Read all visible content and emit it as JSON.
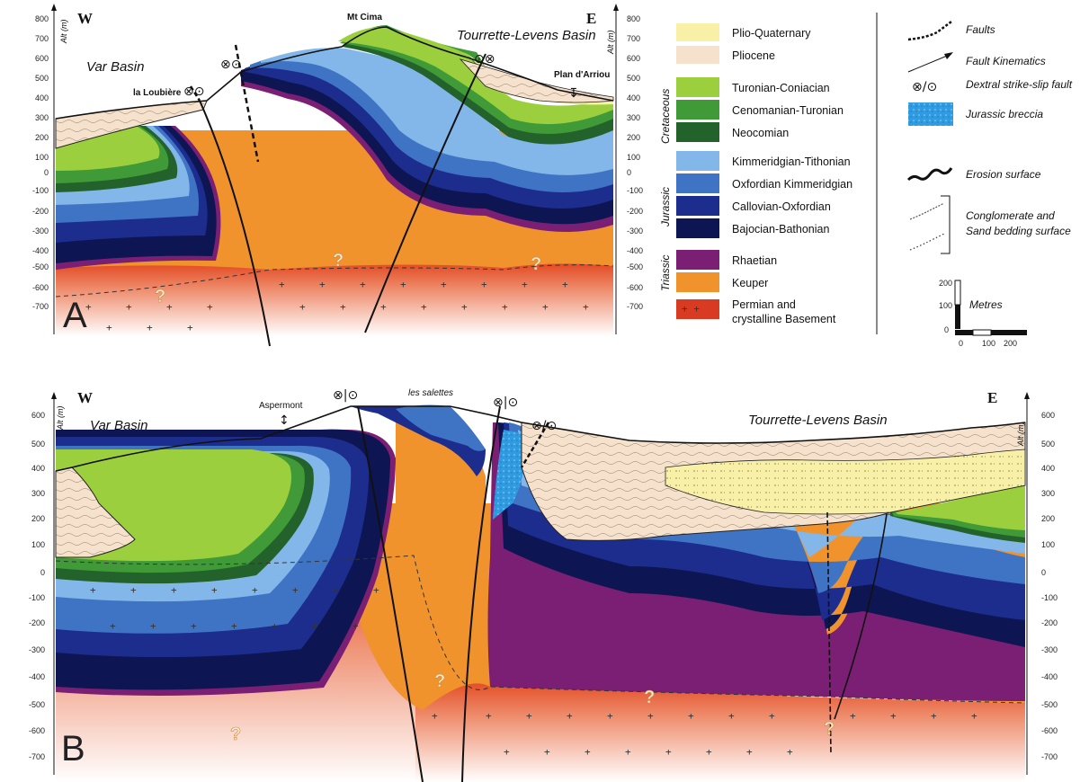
{
  "section_a": {
    "label": "A",
    "west": "W",
    "east": "E",
    "var_basin": "Var Basin",
    "tourrette_basin": "Tourrette-Levens Basin",
    "places": {
      "peak": "Mt Cima",
      "loubiere": "la Loubière",
      "arriou": "Plan d'Arriou"
    },
    "alt_label": "Alt (m)",
    "alt_ticks": [
      "800",
      "700",
      "600",
      "500",
      "400",
      "300",
      "200",
      "100",
      "0",
      "-100",
      "-200",
      "-300",
      "-400",
      "-500",
      "-600",
      "-700"
    ],
    "unknown": "?"
  },
  "section_b": {
    "label": "B",
    "west": "W",
    "east": "E",
    "var_basin": "Var Basin",
    "tourrette_basin": "Tourrette-Levens Basin",
    "places": {
      "aspermont": "Aspermont",
      "salettes": "les salettes"
    },
    "alt_label": "Alt (m)",
    "alt_ticks": [
      "600",
      "500",
      "400",
      "300",
      "200",
      "100",
      "0",
      "-100",
      "-200",
      "-300",
      "-400",
      "-500",
      "-600",
      "-700"
    ],
    "unknown": "?"
  },
  "legend": {
    "groups": {
      "cretaceous": "Cretaceous",
      "jurassic": "Jurassic",
      "triassic": "Triassic"
    },
    "units": [
      {
        "label": "Plio-Quaternary",
        "color": "#f7f0a6"
      },
      {
        "label": "Pliocene",
        "color": "#f6e2cc"
      },
      {
        "label": "Turonian-Coniacian",
        "color": "#9ccf3d"
      },
      {
        "label": "Cenomanian-Turonian",
        "color": "#3f9a37"
      },
      {
        "label": "Neocomian",
        "color": "#23622b"
      },
      {
        "label": "Kimmeridgian-Tithonian",
        "color": "#83b7ea"
      },
      {
        "label": "Oxfordian Kimmeridgian",
        "color": "#3f74c5"
      },
      {
        "label": "Callovian-Oxfordian",
        "color": "#1c2d8e"
      },
      {
        "label": "Bajocian-Bathonian",
        "color": "#0d1652"
      },
      {
        "label": "Rhaetian",
        "color": "#7a1f74"
      },
      {
        "label": "Keuper",
        "color": "#f0932c"
      },
      {
        "label": "Permian and crystalline Basement",
        "color": "#d83a22"
      }
    ],
    "symbols": {
      "faults": "Faults",
      "kinematics": "Fault Kinematics",
      "strike_slip": "Dextral strike-slip fault",
      "breccia": "Jurassic breccia",
      "erosion": "Erosion surface",
      "conglomerate": "Conglomerate and Sand bedding surface"
    },
    "scale": {
      "unit": "Metres",
      "v_ticks": [
        "200",
        "100",
        "0"
      ],
      "h_ticks": [
        "0",
        "100",
        "200"
      ]
    }
  }
}
